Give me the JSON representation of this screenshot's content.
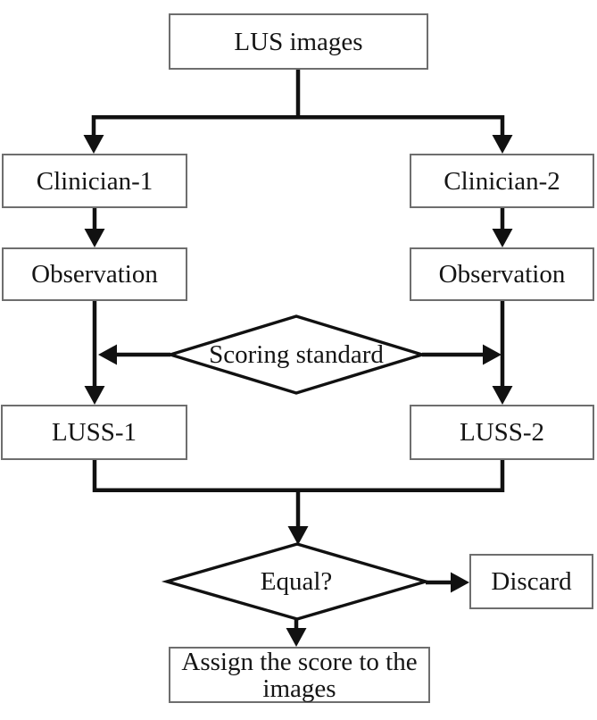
{
  "nodes": {
    "lus_images": "LUS images",
    "clinician1": "Clinician-1",
    "clinician2": "Clinician-2",
    "observation_left": "Observation",
    "observation_right": "Observation",
    "scoring_standard": "Scoring standard",
    "luss1": "LUSS-1",
    "luss2": "LUSS-2",
    "equal": "Equal?",
    "discard": "Discard",
    "assign_line1": "Assign the score to the",
    "assign_line2": "images"
  },
  "colors": {
    "line": "#111111",
    "box_border": "#6e6e6e",
    "text": "#141414",
    "background": "#ffffff"
  }
}
